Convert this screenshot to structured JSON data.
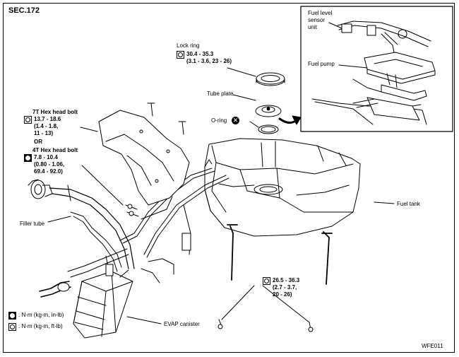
{
  "header": {
    "section": "SEC.172"
  },
  "footer": {
    "code": "WFE011"
  },
  "callouts": {
    "fuel_level_sensor": "Fuel level\nsensor\nunit",
    "fuel_pump": "Fuel pump",
    "lock_ring": "Lock ring",
    "tube_plate": "Tube plate",
    "o_ring": "O-ring",
    "fuel_tank": "Fuel tank",
    "filler_tube": "Filler tube",
    "evap_canister": "EVAP canister",
    "hex7t": "7T Hex head bolt",
    "or_word": "OR",
    "hex4t": "4T Hex head bolt"
  },
  "torques": {
    "lock_ring": "30.4 - 35.3\n(3.1 - 3.6, 23 - 26)",
    "hex7t": "13.7 - 18.6\n(1.4 - 1.8,\n11 - 13)",
    "hex4t": "7.8 - 10.4\n(0.80 - 1.06,\n69.4 - 92.0)",
    "strap": "26.5 - 36.3\n(2.7 - 3.7,\n20 - 26)"
  },
  "legend": {
    "inlb": ": N·m (kg-m, in-lb)",
    "ftlb": ": N·m (kg-m, ft-lb)"
  },
  "icons": {
    "torque_ftlb": "torque-wrench-icon",
    "torque_inlb": "torque-wrench-filled-icon",
    "do_not_reuse": "x-circle-icon"
  }
}
